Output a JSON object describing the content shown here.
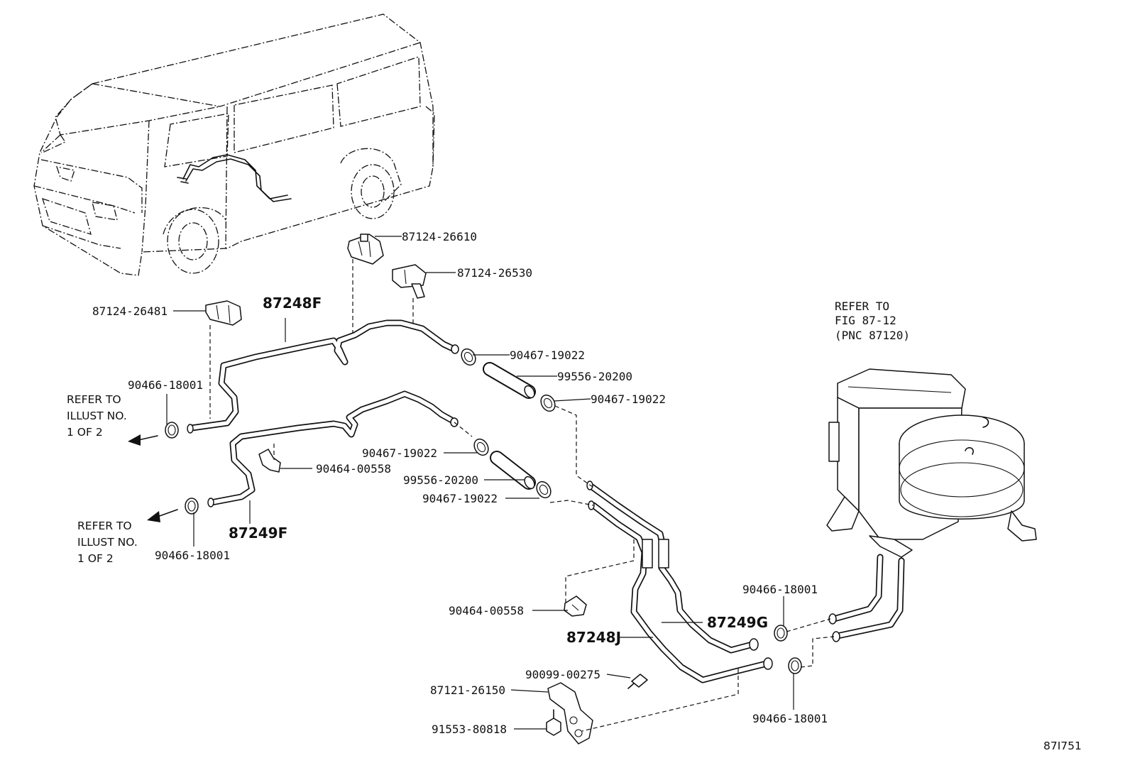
{
  "figure_id": "87I751",
  "notes": {
    "refer_fig": [
      "REFER TO",
      "FIG 87-12",
      "(PNC 87120)"
    ],
    "refer_illust_upper": [
      "REFER TO",
      "ILLUST NO.",
      "1 OF 2"
    ],
    "refer_illust_lower": [
      "REFER TO",
      "ILLUST NO.",
      "1 OF 2"
    ]
  },
  "labels": {
    "clamp_87124_26610": "87124-26610",
    "clamp_87124_26530": "87124-26530",
    "clamp_87124_26481": "87124-26481",
    "hose_87248F": "87248F",
    "hose_87249F": "87249F",
    "hose_87249G": "87249G",
    "hose_87248J": "87248J",
    "clip_90467_a": "90467-19022",
    "clip_90467_b": "90467-19022",
    "clip_90467_c": "90467-19022",
    "clip_90467_d": "90467-19022",
    "hose_99556_a": "99556-20200",
    "hose_99556_b": "99556-20200",
    "clip_90466_a": "90466-18001",
    "clip_90466_b": "90466-18001",
    "clip_90466_c": "90466-18001",
    "clip_90466_d": "90466-18001",
    "clamp_90464_a": "90464-00558",
    "clamp_90464_b": "90464-00558",
    "screw_90099": "90099-00275",
    "bracket_87121": "87121-26150",
    "bolt_91553": "91553-80818"
  }
}
